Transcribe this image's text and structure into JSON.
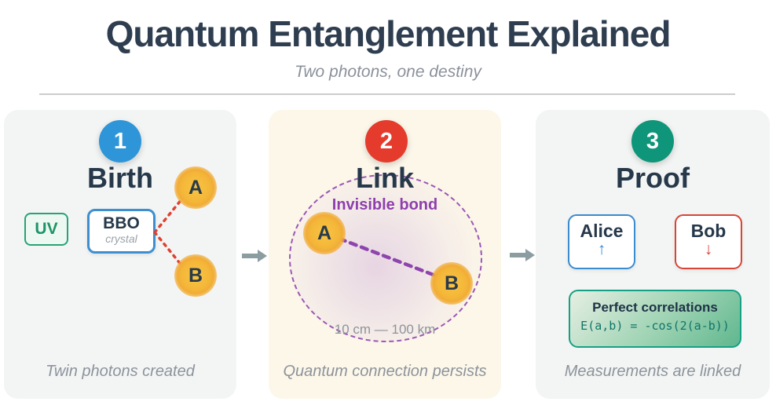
{
  "header": {
    "title": "Quantum Entanglement Explained",
    "subtitle": "Two photons, one destiny"
  },
  "colors": {
    "title_navy": "#2e3d4f",
    "step1_blue": "#2e96d8",
    "step2_red": "#e53b2c",
    "step3_teal": "#0f9579",
    "photon_orange": "#f4b639",
    "photon_path_red": "#df4130",
    "bond_purple": "#9b59b6",
    "uv_green": "#1f9468",
    "bbo_blue": "#3e8fd0",
    "alice_blue": "#3a8bd0",
    "bob_red": "#d94436",
    "correlation_green": "#16a085",
    "flow_arrow_gray": "#8c9da1"
  },
  "panels": [
    {
      "number": "1",
      "title": "Birth",
      "uv_label": "UV",
      "bbo_label": "BBO",
      "bbo_sublabel": "crystal",
      "photon_a": "A",
      "photon_b": "B",
      "caption": "Twin photons created"
    },
    {
      "number": "2",
      "title": "Link",
      "bond_label": "Invisible bond",
      "photon_a": "A",
      "photon_b": "B",
      "distance_label": "10 cm — 100 km",
      "caption": "Quantum connection persists"
    },
    {
      "number": "3",
      "title": "Proof",
      "alice_label": "Alice",
      "alice_arrow": "↑",
      "bob_label": "Bob",
      "bob_arrow": "↓",
      "correlation_title": "Perfect correlations",
      "correlation_formula": "E(a,b) = -cos(2(a-b))",
      "caption": "Measurements are linked"
    }
  ]
}
